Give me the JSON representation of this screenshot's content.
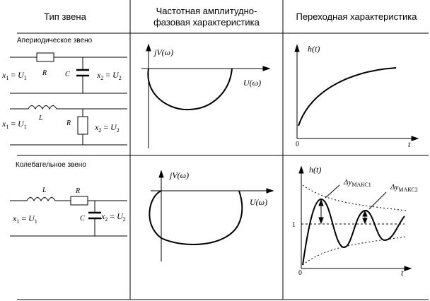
{
  "header": {
    "col1": "Тип звена",
    "col2_line1": "Частотная амплитудно-",
    "col2_line2": "фазовая характеристика",
    "col3": "Переходная характеристика"
  },
  "rows": [
    {
      "title": "Апериодическое звено",
      "rc": {
        "in_var": "x",
        "in_sub": "1",
        "in_val": "U",
        "in_valsub": "1",
        "R": "R",
        "C": "C",
        "out_var": "x",
        "out_sub": "2",
        "out_val": "U",
        "out_valsub": "2"
      },
      "rl": {
        "in_var": "x",
        "in_sub": "1",
        "in_val": "U",
        "in_valsub": "1",
        "L": "L",
        "R": "R",
        "out_var": "x",
        "out_sub": "2",
        "out_val": "U",
        "out_valsub": "2"
      },
      "freq": {
        "y_label": "jV(ω)",
        "x_label": "U(ω)"
      },
      "step": {
        "y_label": "h(t)",
        "x_label": "t",
        "origin": "0"
      }
    },
    {
      "title": "Колебательное звено",
      "circuit": {
        "L": "L",
        "R": "R",
        "C": "C",
        "in_var": "x",
        "in_sub": "1",
        "in_val": "U",
        "in_valsub": "1",
        "out_var": "x",
        "out_sub": "2",
        "out_val": "U",
        "out_valsub": "2"
      },
      "freq": {
        "y_label": "jV(ω)",
        "x_label": "U(ω)"
      },
      "step": {
        "y_label": "h(t)",
        "x_label": "t",
        "origin": "0",
        "level": "1",
        "dy1_sym": "Δy",
        "dy1_sub": "МАКС1",
        "dy2_sym": "Δy",
        "dy2_sub": "МАКС2"
      }
    }
  ]
}
